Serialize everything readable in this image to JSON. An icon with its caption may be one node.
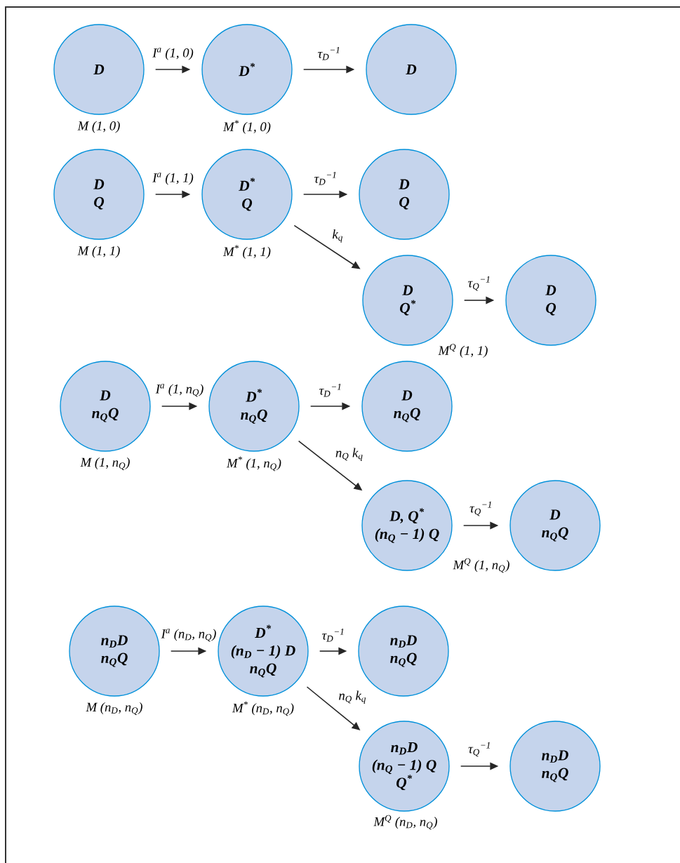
{
  "diagram": {
    "nodes": [
      {
        "text": [
          "D"
        ],
        "beside": [
          "M (1, 0)"
        ]
      },
      {
        "text": [
          "D$^{*}$"
        ],
        "beside": [
          "M$^{*}$ (1, 0)"
        ]
      },
      {
        "text": [
          "D"
        ]
      },
      {
        "text": [
          "D",
          "Q"
        ],
        "beside": [
          "M (1, 1)"
        ]
      },
      {
        "text": [
          "D$^{*}$",
          "Q"
        ],
        "beside": [
          "M$^{*}$ (1, 1)"
        ]
      },
      {
        "text": [
          "D",
          "Q"
        ]
      },
      {
        "text": [
          "D",
          "Q$^{*}$"
        ],
        "beside": [
          "M$^{Q}$ (1, 1)"
        ]
      },
      {
        "text": [
          "D",
          "Q"
        ]
      },
      {
        "text": [
          "D",
          "n$_{Q}$Q"
        ],
        "beside": [
          "M (1, n$_{Q}$)"
        ]
      },
      {
        "text": [
          "D$^{*}$",
          "n$_{Q}$Q"
        ],
        "beside": [
          "M$^{*}$ (1, n$_{Q}$)"
        ]
      },
      {
        "text": [
          "D",
          "n$_{Q}$Q"
        ]
      },
      {
        "text": [
          "D, Q$^{*}$",
          "(n$_{Q}$ − 1) Q"
        ],
        "beside": [
          "M$^{Q}$ (1, n$_{Q}$)"
        ]
      },
      {
        "text": [
          "D",
          "n$_{Q}$Q"
        ]
      },
      {
        "text": [
          "n$_{D}$D",
          "n$_{Q}$Q"
        ],
        "beside": [
          "M (n$_{D}$, n$_{Q}$)"
        ]
      },
      {
        "text": [
          "D$^{*}$",
          "(n$_{D}$ − 1) D",
          "n$_{Q}$Q"
        ],
        "beside": [
          "M$^{*}$ (n$_{D}$, n$_{Q}$)"
        ]
      },
      {
        "text": [
          "n$_{D}$D",
          "n$_{Q}$Q"
        ]
      },
      {
        "text": [
          "n$_{D}$D",
          "(n$_{Q}$ − 1) Q",
          "Q$^{*}$"
        ],
        "beside": [
          "M$^{Q}$ (n$_{D}$, n$_{Q}$)"
        ]
      },
      {
        "text": [
          "n$_{D}$D",
          "n$_{Q}$Q"
        ]
      }
    ],
    "edges": [
      {
        "from": 0,
        "to": 1,
        "arrow": "to",
        "label": "I$^{a}$ (1, 0)"
      },
      {
        "from": 1,
        "to": 2,
        "arrow": "to",
        "label": "τ$_{D}$$^{−1}$"
      },
      {
        "from": 3,
        "to": 4,
        "arrow": "to",
        "label": "I$^{a}$ (1, 1)"
      },
      {
        "from": 4,
        "to": 5,
        "arrow": "to",
        "label": "τ$_{D}$$^{−1}$"
      },
      {
        "from": 4,
        "to": 6,
        "arrow": "to",
        "label": "k$_{q}$"
      },
      {
        "from": 6,
        "to": 7,
        "arrow": "to",
        "label": "τ$_{Q}$$^{−1}$"
      },
      {
        "from": 8,
        "to": 9,
        "arrow": "to",
        "label": "I$^{a}$ (1, n$_{Q}$)"
      },
      {
        "from": 9,
        "to": 10,
        "arrow": "to",
        "label": "τ$_{D}$$^{−1}$"
      },
      {
        "from": 9,
        "to": 11,
        "arrow": "to",
        "label": "n$_{Q}$ k$_{q}$"
      },
      {
        "from": 11,
        "to": 12,
        "arrow": "to",
        "label": "τ$_{Q}$$^{−1}$"
      },
      {
        "from": 13,
        "to": 14,
        "arrow": "to",
        "label": "I$^{a}$ (n$_{D}$, n$_{Q}$)"
      },
      {
        "from": 14,
        "to": 15,
        "arrow": "to",
        "label": "τ$_{D}$$^{−1}$"
      },
      {
        "from": 14,
        "to": 16,
        "arrow": "to",
        "label": "n$_{Q}$ k$_{q}$"
      },
      {
        "from": 16,
        "to": 17,
        "arrow": "to",
        "label": "τ$_{Q}$$^{−1}$"
      }
    ]
  }
}
